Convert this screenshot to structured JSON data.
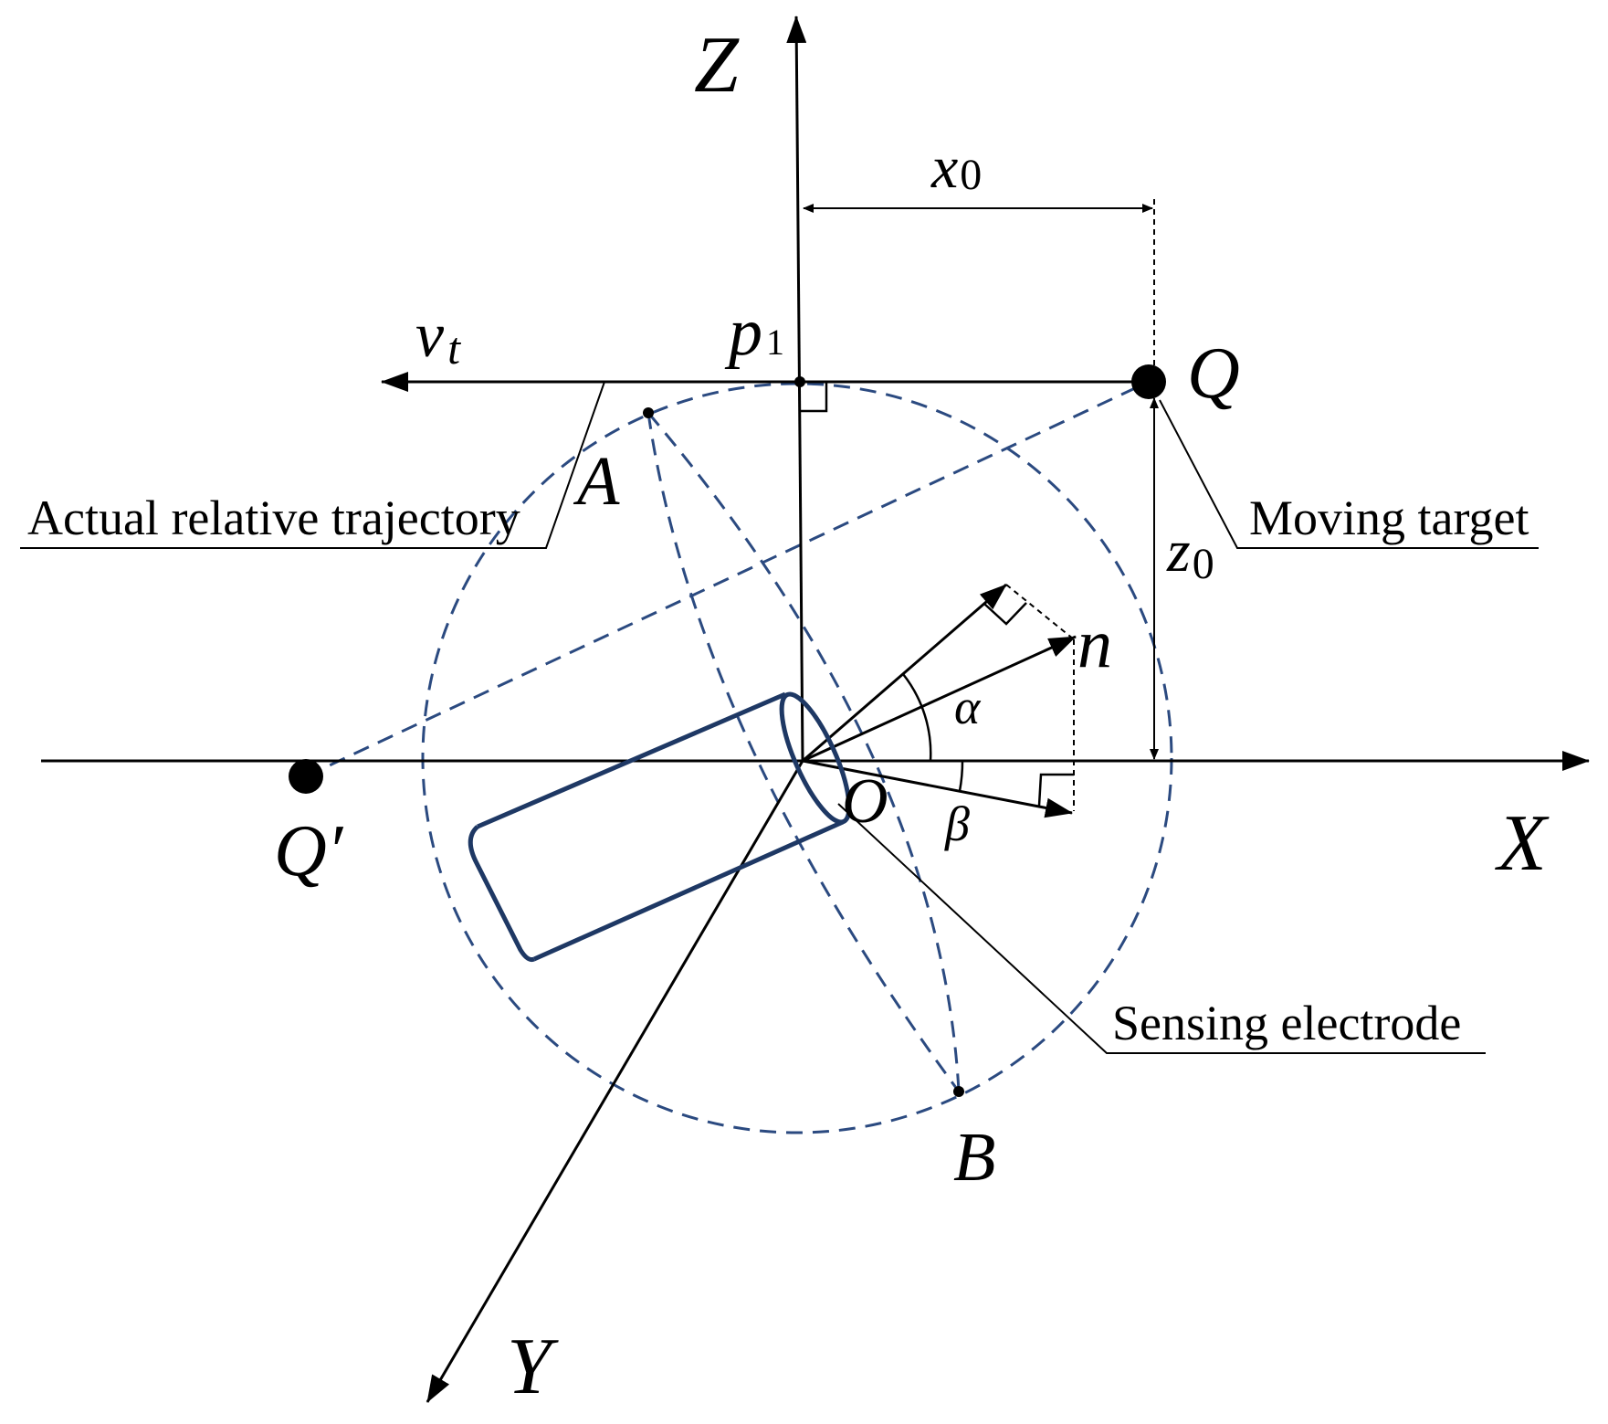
{
  "labels": {
    "axis_z": "Z",
    "axis_x": "X",
    "axis_y": "Y",
    "x0_main": "x",
    "x0_sub": "0",
    "z0_main": "z",
    "z0_sub": "0",
    "vt_main": "v",
    "vt_sub": "t",
    "p1_main": "p",
    "p1_sub": "1",
    "Q": "Q",
    "Q_prime": "Q′",
    "A": "A",
    "B": "B",
    "O": "O",
    "n": "n",
    "alpha": "α",
    "beta": "β"
  },
  "callouts": {
    "trajectory": "Actual relative trajectory",
    "target": "Moving target",
    "electrode": "Sensing electrode"
  },
  "colors": {
    "ink": "#000000",
    "electrode": "#1e3864",
    "dashed_circle": "#2b4a80"
  }
}
